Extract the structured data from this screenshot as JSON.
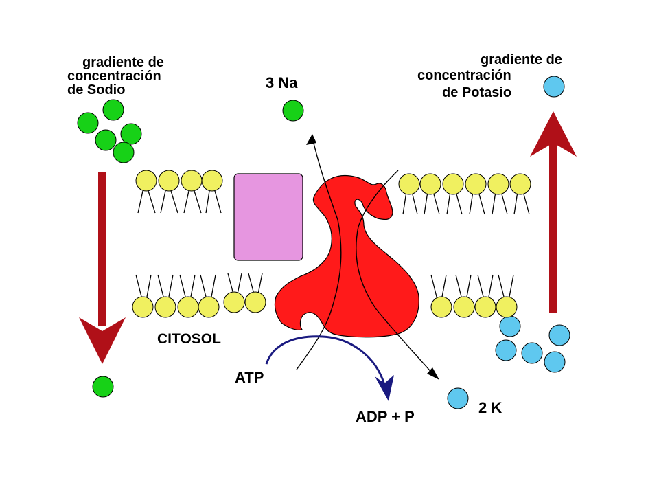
{
  "labels": {
    "sodium_gradient": [
      "gradiente de",
      "concentración",
      "de Sodio"
    ],
    "potassium_gradient": [
      "gradiente de",
      "concentración",
      "de Potasio"
    ],
    "sodium_ions": "3 Na",
    "potassium_ions": "2 K",
    "cytosol": "CITOSOL",
    "atp": "ATP",
    "adp": "ADP + P"
  },
  "colors": {
    "sodium": "#17d117",
    "potassium": "#5fc8ef",
    "lipid_head": "#f0f060",
    "pump": "#ff1a1a",
    "channel_protein": "#e696e0",
    "gradient_arrow": "#b01018",
    "atp_arrow": "#1a1a80"
  },
  "icons": {
    "sodium": "green-circle",
    "potassium": "light-blue-circle",
    "pump": "sodium-potassium-pump-protein",
    "channel": "pink-rectangle-protein"
  }
}
